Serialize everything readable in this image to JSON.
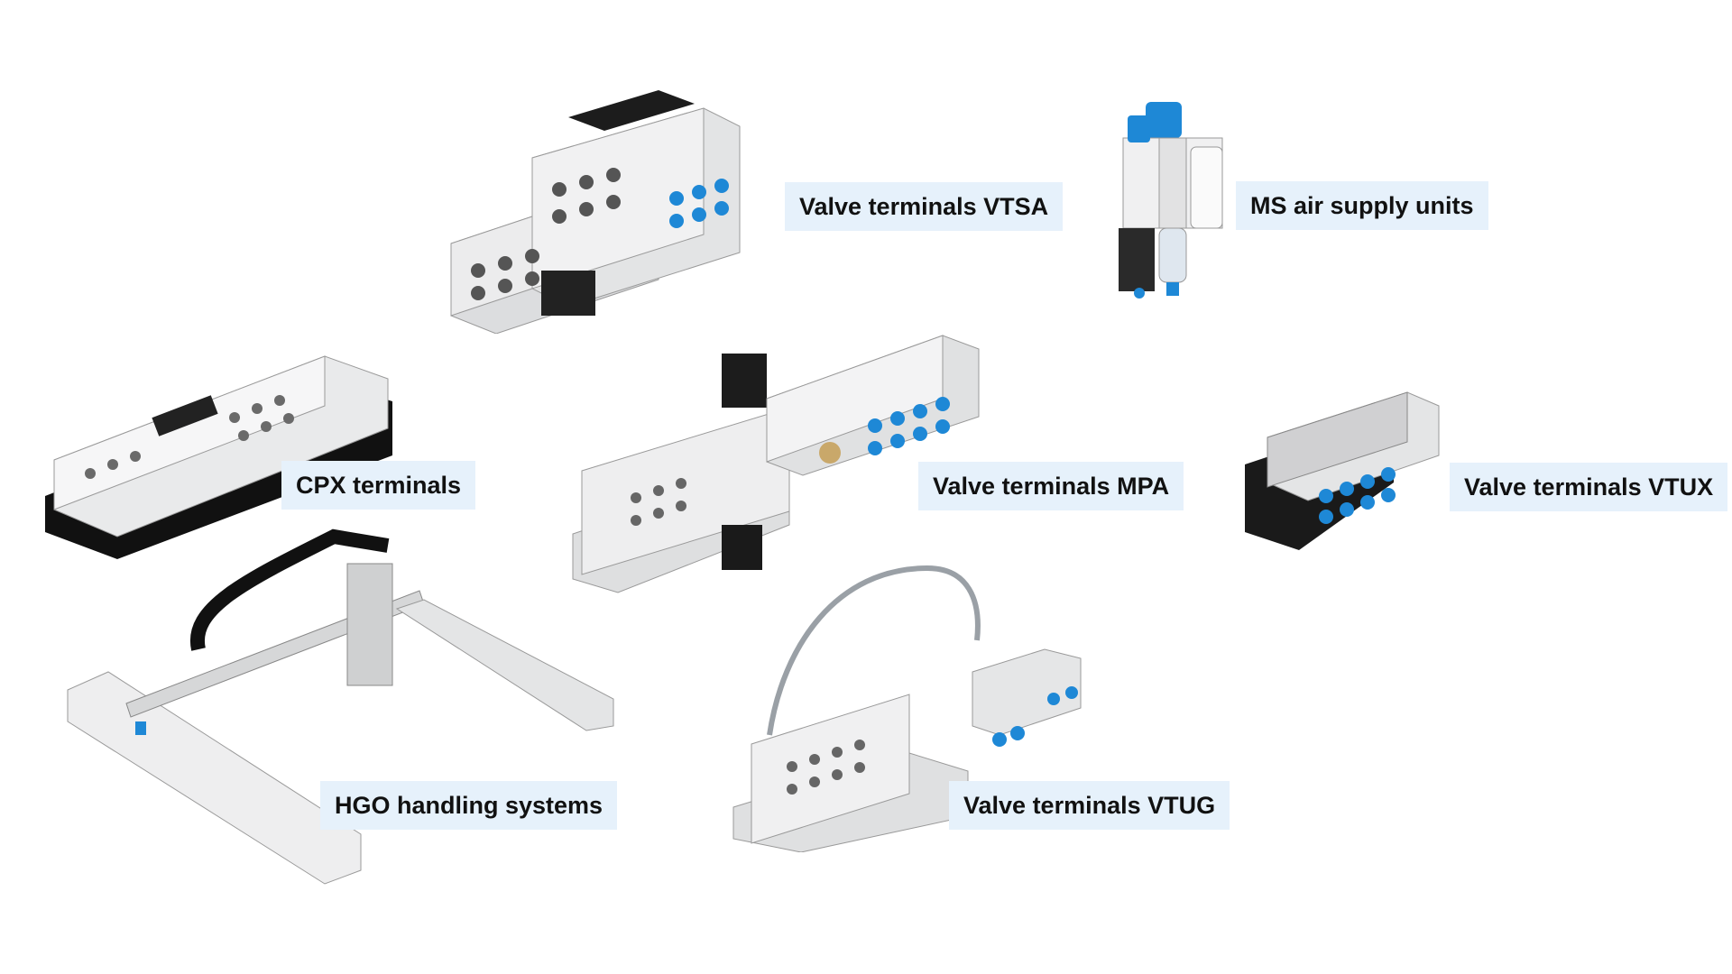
{
  "labels": {
    "vtsa": "Valve terminals VTSA",
    "ms": "MS air supply units",
    "cpx": "CPX terminals",
    "mpa": "Valve terminals MPA",
    "vtux": "Valve terminals VTUX",
    "hgo": "HGO handling systems",
    "vtug": "Valve terminals VTUG"
  },
  "colors": {
    "label_bg": "#e6f1fb",
    "fitting_blue": "#1e88d6",
    "housing_light": "#e9eaeb",
    "housing_dark": "#1c1c1c"
  }
}
